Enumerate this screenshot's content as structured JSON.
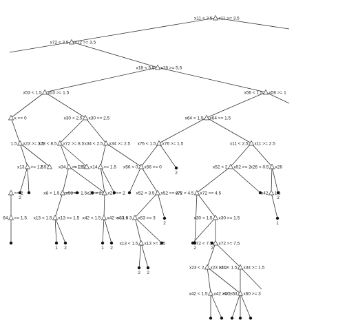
{
  "nodes": [
    {
      "id": "n1",
      "split": "x11 < 3.5",
      "rule": "x11 >= 3.5"
    },
    {
      "id": "n2",
      "split": "x72 < 3.5",
      "rule": "x72 >= 3.5"
    },
    {
      "id": "n3",
      "split": "x18 < 5.5",
      "rule": "x18 >= 5.5"
    },
    {
      "id": "n4",
      "split": "x53 < 1.5",
      "rule": "x53 >= 1.5"
    },
    {
      "id": "n5",
      "split": "x56 < 1.5",
      "rule": "x56 >= 1"
    },
    {
      "id": "n6",
      "split": "",
      "rule": "x >= 0"
    },
    {
      "id": "n7",
      "split": "x30 < 2.5",
      "rule": "x30 >= 2.5"
    },
    {
      "id": "n8",
      "split": "x64 < 1.5",
      "rule": "x64 >= 1.5"
    },
    {
      "id": "n9",
      "split": "1.5",
      "rule": "x23 >= 3.5"
    },
    {
      "id": "n10",
      "split": "x23 < 8.5",
      "rule": "x72 >= 8.5"
    },
    {
      "id": "n11",
      "split": "x34 < 2.5",
      "rule": "x34 >= 2.5"
    },
    {
      "id": "n12",
      "split": "x76 < 1.5",
      "rule": "x76 >= 1.5"
    },
    {
      "id": "n13",
      "split": "x11 < 2.5",
      "rule": "x11 >= 2.5"
    },
    {
      "id": "n14",
      "split": "x13",
      "rule": ">= 1.5"
    },
    {
      "id": "n15",
      "split": "2.5",
      "rule": ""
    },
    {
      "id": "n16",
      "split": "x34",
      "rule": ">= 2.5"
    },
    {
      "id": "n17",
      "split": "< 1.5",
      "rule": ""
    },
    {
      "id": "n18",
      "split": "x14",
      "rule": ">= 1.5"
    },
    {
      "id": "n19",
      "split": "x56 < 0",
      "rule": "x56 >= 0"
    },
    {
      "id": "n20",
      "split": "x52 < 2",
      "rule": "x52 >= 2"
    },
    {
      "id": "n21",
      "split": "x26 < 0.5",
      "rule": "x26"
    },
    {
      "id": "n22",
      "split": "",
      "rule": ">= 2"
    },
    {
      "id": "n23",
      "split": "x8 < 1.5",
      "rule": "x58 >= 1.5"
    },
    {
      "id": "n24",
      "split": "x23 < 2",
      "rule": "x23 >= 2"
    },
    {
      "id": "n25",
      "split": "x52 < 3.5",
      "rule": "x52 >= 3.5"
    },
    {
      "id": "n26",
      "split": "x72 < 4.5",
      "rule": "x72 >= 4.5"
    },
    {
      "id": "n27",
      "split": "x42",
      "rule": "1.5"
    },
    {
      "id": "n28",
      "split": "64",
      "rule": ">= 1.5"
    },
    {
      "id": "n29",
      "split": "x13 < 1.5",
      "rule": "x13 >= 1.5"
    },
    {
      "id": "n30",
      "split": "x42 < 1.5",
      "rule": "x42 >= 1.5"
    },
    {
      "id": "n31",
      "split": "x53 < 3",
      "rule": "x53 >= 3"
    },
    {
      "id": "n32",
      "split": "x30 < 1.5",
      "rule": "x30 >= 1.5"
    },
    {
      "id": "n33",
      "split": "x13 < 1.5",
      "rule": "x13 >= 1.5"
    },
    {
      "id": "n34",
      "split": "x72 < 7.5",
      "rule": "x72 >= 7.5"
    },
    {
      "id": "n35",
      "split": "x23 < 2",
      "rule": "x23 >= 2"
    },
    {
      "id": "n36",
      "split": "x34 < 1.5",
      "rule": "x34 >= 1.5"
    },
    {
      "id": "n37",
      "split": "x42 < 1.5",
      "rule": "x42 >= 1.5"
    },
    {
      "id": "n38",
      "split": "x60 < 3",
      "rule": "x60 >= 3"
    }
  ],
  "leaves": [
    {
      "id": "l1",
      "label": ""
    },
    {
      "id": "l2",
      "label": ""
    },
    {
      "id": "l3",
      "label": "2"
    },
    {
      "id": "l4",
      "label": "1"
    },
    {
      "id": "l5",
      "label": "2"
    },
    {
      "id": "l6",
      "label": "1"
    },
    {
      "id": "l7",
      "label": "2"
    },
    {
      "id": "l8",
      "label": ""
    },
    {
      "id": "l9",
      "label": ""
    },
    {
      "id": "l10",
      "label": ""
    },
    {
      "id": "l11",
      "label": "2"
    },
    {
      "id": "l12",
      "label": ""
    },
    {
      "id": "l13",
      "label": ""
    },
    {
      "id": "l14",
      "label": "2"
    },
    {
      "id": "l15",
      "label": ""
    },
    {
      "id": "l16",
      "label": "2"
    },
    {
      "id": "l17",
      "label": "2"
    },
    {
      "id": "l18",
      "label": ""
    },
    {
      "id": "l19",
      "label": "1"
    },
    {
      "id": "l20",
      "label": "2"
    },
    {
      "id": "l21",
      "label": "2"
    },
    {
      "id": "l22",
      "label": "2"
    },
    {
      "id": "l23",
      "label": ""
    },
    {
      "id": "l24",
      "label": ""
    },
    {
      "id": "l25",
      "label": ""
    },
    {
      "id": "l26",
      "label": ""
    },
    {
      "id": "l27",
      "label": ""
    }
  ]
}
